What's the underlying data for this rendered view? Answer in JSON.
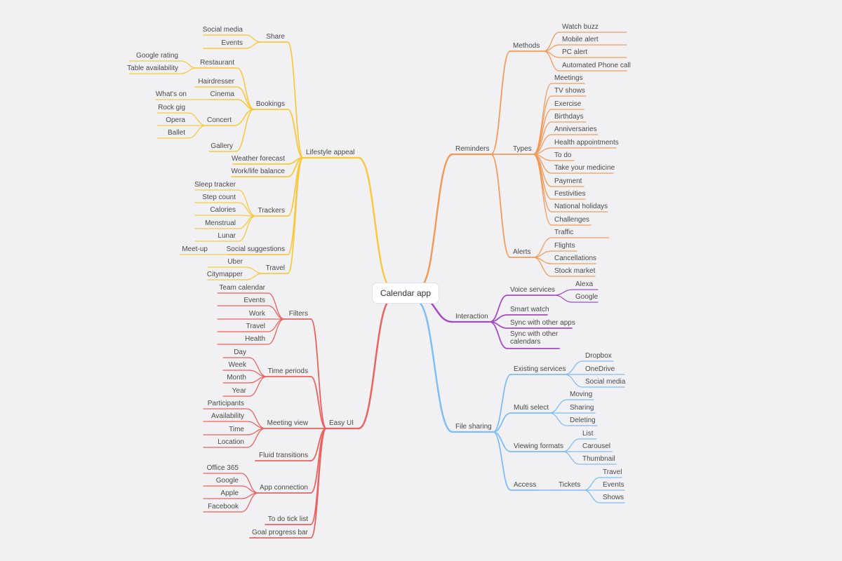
{
  "mindmap": {
    "root": "Calendar app",
    "colors": {
      "lifestyle": "#f8c940",
      "easy_ui": "#e9625f",
      "reminders": "#f19b5b",
      "interaction": "#a44cc4",
      "file_sharing": "#80bdf2"
    },
    "branches": {
      "lifestyle": {
        "label": "Lifestyle appeal",
        "share": {
          "label": "Share",
          "items": [
            "Social media",
            "Events"
          ]
        },
        "bookings": {
          "label": "Bookings",
          "restaurant": {
            "label": "Restaurant",
            "items": [
              "Google rating",
              "Table availability"
            ]
          },
          "hairdresser": "Hairdresser",
          "cinema": {
            "label": "Cinema",
            "items": [
              "What's on"
            ]
          },
          "concert": {
            "label": "Concert",
            "items": [
              "Rock gig",
              "Opera",
              "Ballet"
            ]
          },
          "gallery": "Gallery"
        },
        "weather": "Weather forecast",
        "work_life": "Work/life balance",
        "trackers": {
          "label": "Trackers",
          "items": [
            "Sleep tracker",
            "Step count",
            "Calories",
            "Menstrual",
            "Lunar"
          ]
        },
        "social": {
          "label": "Social suggestions",
          "items": [
            "Meet-up"
          ]
        },
        "travel": {
          "label": "Travel",
          "items": [
            "Uber",
            "Citymapper"
          ]
        }
      },
      "easy_ui": {
        "label": "Easy UI",
        "filters": {
          "label": "Filters",
          "items": [
            "Team calendar",
            "Events",
            "Work",
            "Travel",
            "Health"
          ]
        },
        "time_periods": {
          "label": "Time periods",
          "items": [
            "Day",
            "Week",
            "Month",
            "Year"
          ]
        },
        "meeting_view": {
          "label": "Meeting view",
          "items": [
            "Participants",
            "Availability",
            "Time",
            "Location"
          ]
        },
        "fluid": "Fluid transitions",
        "app_connection": {
          "label": "App connection",
          "items": [
            "Office 365",
            "Google",
            "Apple",
            "Facebook"
          ]
        },
        "todo": "To do tick list",
        "goal": "Goal progress bar"
      },
      "reminders": {
        "label": "Reminders",
        "methods": {
          "label": "Methods",
          "items": [
            "Watch buzz",
            "Mobile alert",
            "PC alert",
            "Automated Phone call"
          ]
        },
        "types": {
          "label": "Types",
          "items": [
            "Meetings",
            "TV shows",
            "Exercise",
            "Birthdays",
            "Anniversaries",
            "Health appointments",
            "To do",
            "Take your medicine",
            "Payment",
            "Festivities",
            "National holidays",
            "Challenges"
          ]
        },
        "alerts": {
          "label": "Alerts",
          "items": [
            "Traffic",
            "Flights",
            "Cancellations",
            "Stock market"
          ]
        }
      },
      "interaction": {
        "label": "Interaction",
        "voice": {
          "label": "Voice services",
          "items": [
            "Alexa",
            "Google"
          ]
        },
        "smart_watch": "Smart watch",
        "sync_apps": "Sync with other apps",
        "sync_calendars": "Sync with other calendars"
      },
      "file_sharing": {
        "label": "File sharing",
        "existing": {
          "label": "Existing services",
          "items": [
            "Dropbox",
            "OneDrive",
            "Social media"
          ]
        },
        "multi_select": {
          "label": "Multi select",
          "items": [
            "Moving",
            "Sharing",
            "Deleting"
          ]
        },
        "viewing": {
          "label": "Viewing formats",
          "items": [
            "List",
            "Carousel",
            "Thumbnail"
          ]
        },
        "access": {
          "label": "Access",
          "tickets": {
            "label": "Tickets",
            "items": [
              "Travel",
              "Events",
              "Shows"
            ]
          }
        }
      }
    }
  }
}
